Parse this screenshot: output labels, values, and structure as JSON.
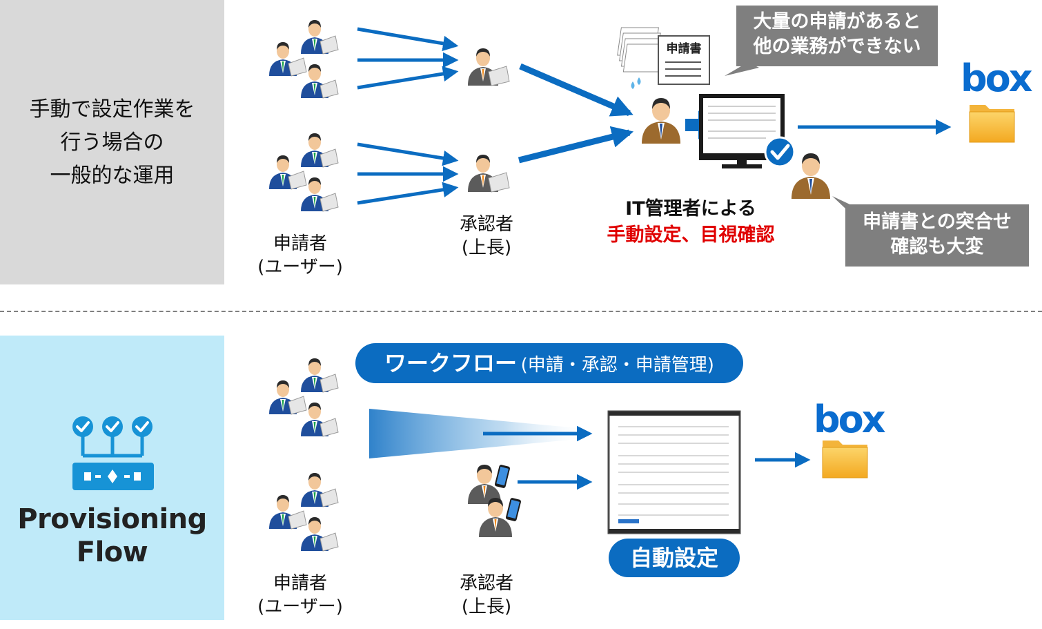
{
  "top": {
    "panel_title_lines": [
      "手動で設定作業を",
      "行う場合の",
      "一般的な運用"
    ],
    "requester_label": "申請者",
    "requester_sub": "(ユーザー)",
    "approver_label": "承認者",
    "approver_sub": "(上長)",
    "form_label": "申請書",
    "callout_top": [
      "大量の申請があると",
      "他の業務ができない"
    ],
    "it_admin_line1": "IT管理者による",
    "it_admin_line2": "手動設定、目視確認",
    "callout_bottom": [
      "申請書との突合せ",
      "確認も大変"
    ],
    "box_logo": "box"
  },
  "bottom": {
    "product_name_lines": [
      "Provisioning",
      "Flow"
    ],
    "workflow_main": "ワークフロー",
    "workflow_sub": "(申請・承認・申請管理)",
    "requester_label": "申請者",
    "requester_sub": "(ユーザー)",
    "approver_label": "承認者",
    "approver_sub": "(上長)",
    "auto_setting": "自動設定",
    "box_logo": "box"
  },
  "colors": {
    "arrow_blue": "#0b6cc1",
    "red_text": "#e00000",
    "gray_bubble": "#7f7f7f",
    "left_top_bg": "#d9d9d9",
    "left_bottom_bg": "#bfeaf9",
    "box_blue": "#0a6ccf"
  }
}
